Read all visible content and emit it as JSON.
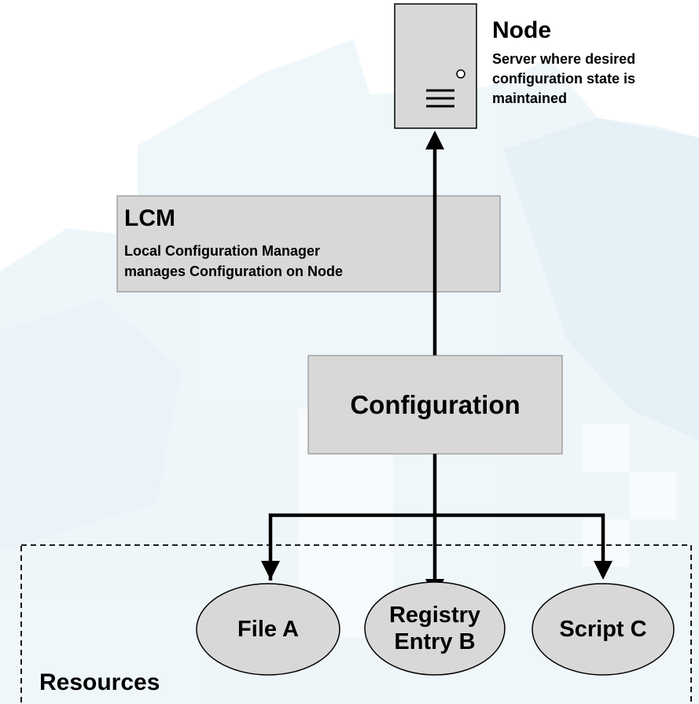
{
  "node": {
    "title": "Node",
    "description": "Server where desired configuration state is maintained",
    "icon": "server-icon"
  },
  "lcm": {
    "title": "LCM",
    "line1": "Local Configuration Manager",
    "line2": "manages Configuration on Node"
  },
  "configuration": {
    "label": "Configuration"
  },
  "resources": {
    "label": "Resources",
    "items": [
      {
        "line1": "File A",
        "line2": ""
      },
      {
        "line1": "Registry",
        "line2": "Entry B"
      },
      {
        "line1": "Script C",
        "line2": ""
      }
    ]
  },
  "colors": {
    "box_fill": "#d8d8d8",
    "stroke": "#000000",
    "background_gear": "#e6f2f8",
    "background_gear_dark": "#dbeef6"
  }
}
